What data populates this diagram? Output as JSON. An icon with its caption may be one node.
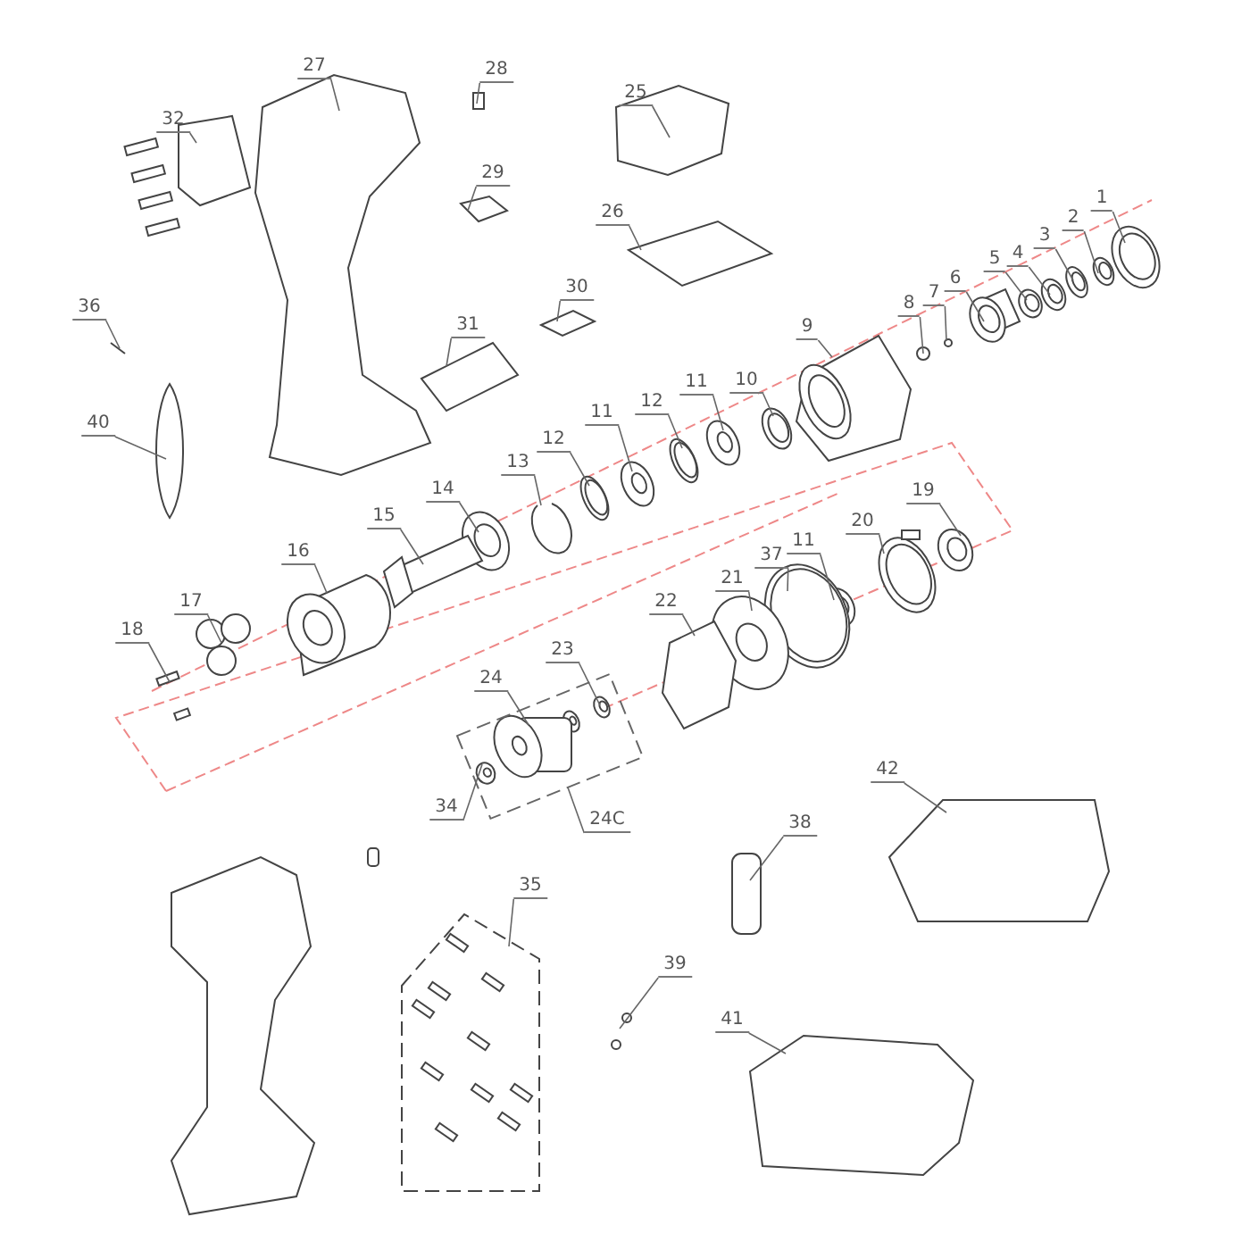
{
  "diagram": {
    "nodes": [
      {
        "text": [
          "1"
        ]
      },
      {
        "text": [
          "2"
        ]
      },
      {
        "text": [
          "3"
        ]
      },
      {
        "text": [
          "4"
        ]
      },
      {
        "text": [
          "5"
        ]
      },
      {
        "text": [
          "6"
        ]
      },
      {
        "text": [
          "7"
        ]
      },
      {
        "text": [
          "8"
        ]
      },
      {
        "text": [
          "9"
        ]
      },
      {
        "text": [
          "10"
        ]
      },
      {
        "text": [
          "11"
        ]
      },
      {
        "text": [
          "12"
        ]
      },
      {
        "text": [
          "11"
        ]
      },
      {
        "text": [
          "12"
        ]
      },
      {
        "text": [
          "13"
        ]
      },
      {
        "text": [
          "14"
        ]
      },
      {
        "text": [
          "15"
        ]
      },
      {
        "text": [
          "16"
        ]
      },
      {
        "text": [
          "17"
        ]
      },
      {
        "text": [
          "18"
        ]
      },
      {
        "text": [
          "19"
        ]
      },
      {
        "text": [
          "20"
        ]
      },
      {
        "text": [
          "21"
        ]
      },
      {
        "text": [
          "37"
        ]
      },
      {
        "text": [
          "11"
        ]
      },
      {
        "text": [
          "22"
        ]
      },
      {
        "text": [
          "23"
        ]
      },
      {
        "text": [
          "24"
        ]
      },
      {
        "text": [
          "34"
        ]
      },
      {
        "text": [
          "24C"
        ]
      },
      {
        "text": [
          "35"
        ]
      },
      {
        "text": [
          "38"
        ]
      },
      {
        "text": [
          "39"
        ]
      },
      {
        "text": [
          "41"
        ]
      },
      {
        "text": [
          "42"
        ]
      },
      {
        "text": [
          "25"
        ]
      },
      {
        "text": [
          "26"
        ]
      },
      {
        "text": [
          "27"
        ]
      },
      {
        "text": [
          "28"
        ]
      },
      {
        "text": [
          "29"
        ]
      },
      {
        "text": [
          "30"
        ]
      },
      {
        "text": [
          "31"
        ]
      },
      {
        "text": [
          "32"
        ]
      },
      {
        "text": [
          "36"
        ]
      },
      {
        "text": [
          "40"
        ]
      }
    ],
    "edges": [
      {
        "from": 0,
        "to": null,
        "arrow": "none"
      },
      {
        "from": 1,
        "to": null,
        "arrow": "none"
      },
      {
        "from": 2,
        "to": null,
        "arrow": "none"
      },
      {
        "from": 3,
        "to": null,
        "arrow": "none"
      },
      {
        "from": 4,
        "to": null,
        "arrow": "none"
      },
      {
        "from": 5,
        "to": null,
        "arrow": "none"
      },
      {
        "from": 6,
        "to": null,
        "arrow": "none"
      },
      {
        "from": 7,
        "to": null,
        "arrow": "none"
      },
      {
        "from": 8,
        "to": null,
        "arrow": "none"
      },
      {
        "from": 9,
        "to": null,
        "arrow": "none"
      },
      {
        "from": 10,
        "to": null,
        "arrow": "none"
      },
      {
        "from": 11,
        "to": null,
        "arrow": "none"
      },
      {
        "from": 12,
        "to": null,
        "arrow": "none"
      },
      {
        "from": 13,
        "to": null,
        "arrow": "none"
      },
      {
        "from": 14,
        "to": null,
        "arrow": "none"
      },
      {
        "from": 15,
        "to": null,
        "arrow": "none"
      },
      {
        "from": 16,
        "to": null,
        "arrow": "none"
      },
      {
        "from": 17,
        "to": null,
        "arrow": "none"
      },
      {
        "from": 18,
        "to": null,
        "arrow": "none"
      },
      {
        "from": 19,
        "to": null,
        "arrow": "none"
      },
      {
        "from": 20,
        "to": null,
        "arrow": "none"
      },
      {
        "from": 21,
        "to": null,
        "arrow": "none"
      },
      {
        "from": 22,
        "to": null,
        "arrow": "none"
      },
      {
        "from": 23,
        "to": null,
        "arrow": "none"
      },
      {
        "from": 24,
        "to": null,
        "arrow": "none"
      },
      {
        "from": 25,
        "to": null,
        "arrow": "none"
      },
      {
        "from": 26,
        "to": null,
        "arrow": "none"
      },
      {
        "from": 27,
        "to": null,
        "arrow": "none"
      },
      {
        "from": 28,
        "to": null,
        "arrow": "none"
      },
      {
        "from": 29,
        "to": null,
        "arrow": "none"
      },
      {
        "from": 30,
        "to": null,
        "arrow": "none"
      },
      {
        "from": 31,
        "to": null,
        "arrow": "none"
      },
      {
        "from": 32,
        "to": null,
        "arrow": "none"
      },
      {
        "from": 33,
        "to": null,
        "arrow": "none"
      },
      {
        "from": 34,
        "to": null,
        "arrow": "none"
      },
      {
        "from": 35,
        "to": null,
        "arrow": "none"
      },
      {
        "from": 36,
        "to": null,
        "arrow": "none"
      },
      {
        "from": 37,
        "to": null,
        "arrow": "none"
      },
      {
        "from": 38,
        "to": null,
        "arrow": "none"
      },
      {
        "from": 39,
        "to": null,
        "arrow": "none"
      },
      {
        "from": 40,
        "to": null,
        "arrow": "none"
      },
      {
        "from": 41,
        "to": null,
        "arrow": "none"
      },
      {
        "from": 42,
        "to": null,
        "arrow": "none"
      },
      {
        "from": 43,
        "to": null,
        "arrow": "none"
      },
      {
        "from": 44,
        "to": null,
        "arrow": "none"
      }
    ]
  }
}
